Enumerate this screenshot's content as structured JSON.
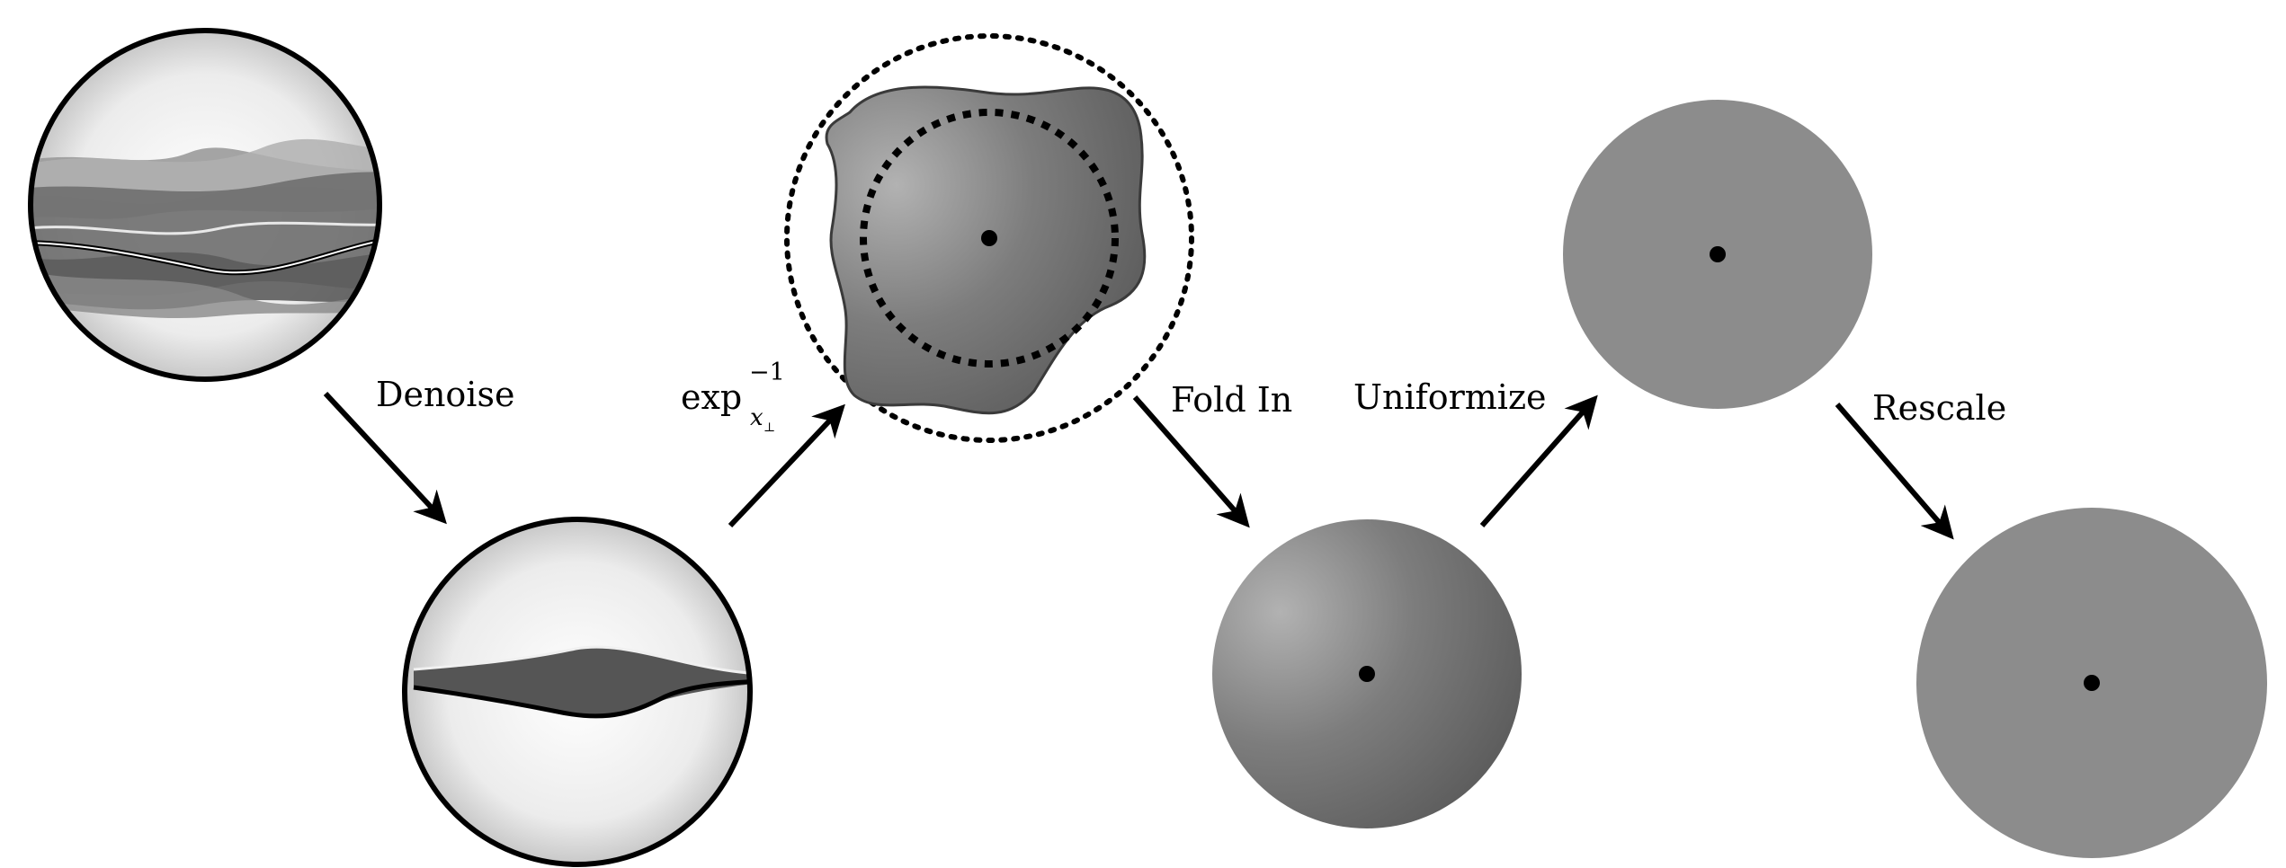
{
  "steps": {
    "denoise": "Denoise",
    "exp_base": "exp",
    "exp_sup": "−1",
    "exp_sub": "x",
    "exp_subsub": "⊥",
    "fold_in": "Fold In",
    "uniformize": "Uniformize",
    "rescale": "Rescale"
  },
  "colors": {
    "ball_fill": "#e8e8e8",
    "layer_dark": "#5a5a5a",
    "layer_mid": "#8a8a8a",
    "uniform_gray": "#8c8c8c",
    "ink": "#000000"
  }
}
